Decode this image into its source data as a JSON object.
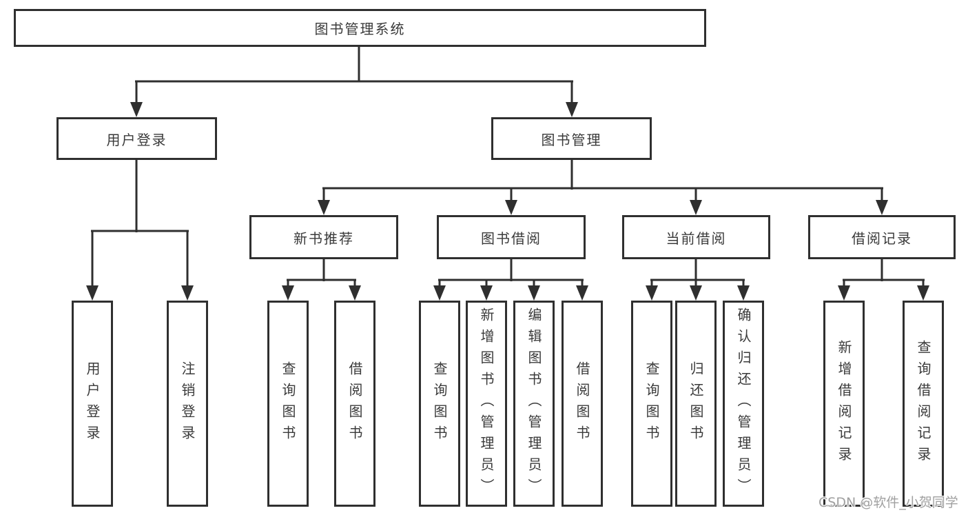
{
  "root": {
    "label": "图书管理系统"
  },
  "branches": {
    "user_login": {
      "label": "用户登录",
      "children": [
        "用户登录",
        "注销登录"
      ]
    },
    "book_mgmt": {
      "label": "图书管理",
      "sections": [
        {
          "label": "新书推荐",
          "children": [
            "查询图书",
            "借阅图书"
          ]
        },
        {
          "label": "图书借阅",
          "children": [
            "查询图书",
            "新增图书（管理员）",
            "编辑图书（管理员）",
            "借阅图书"
          ]
        },
        {
          "label": "当前借阅",
          "children": [
            "查询图书",
            "归还图书",
            "确认归还（管理员）"
          ]
        },
        {
          "label": "借阅记录",
          "children": [
            "新增借阅记录",
            "查询借阅记录"
          ]
        }
      ]
    }
  },
  "watermark": {
    "text": "CSDN @软件_小贺同学"
  },
  "colors": {
    "line": "#2f2f2f",
    "text": "#3a3a3a",
    "watermark": "#a0a0a0",
    "background": "#ffffff"
  }
}
